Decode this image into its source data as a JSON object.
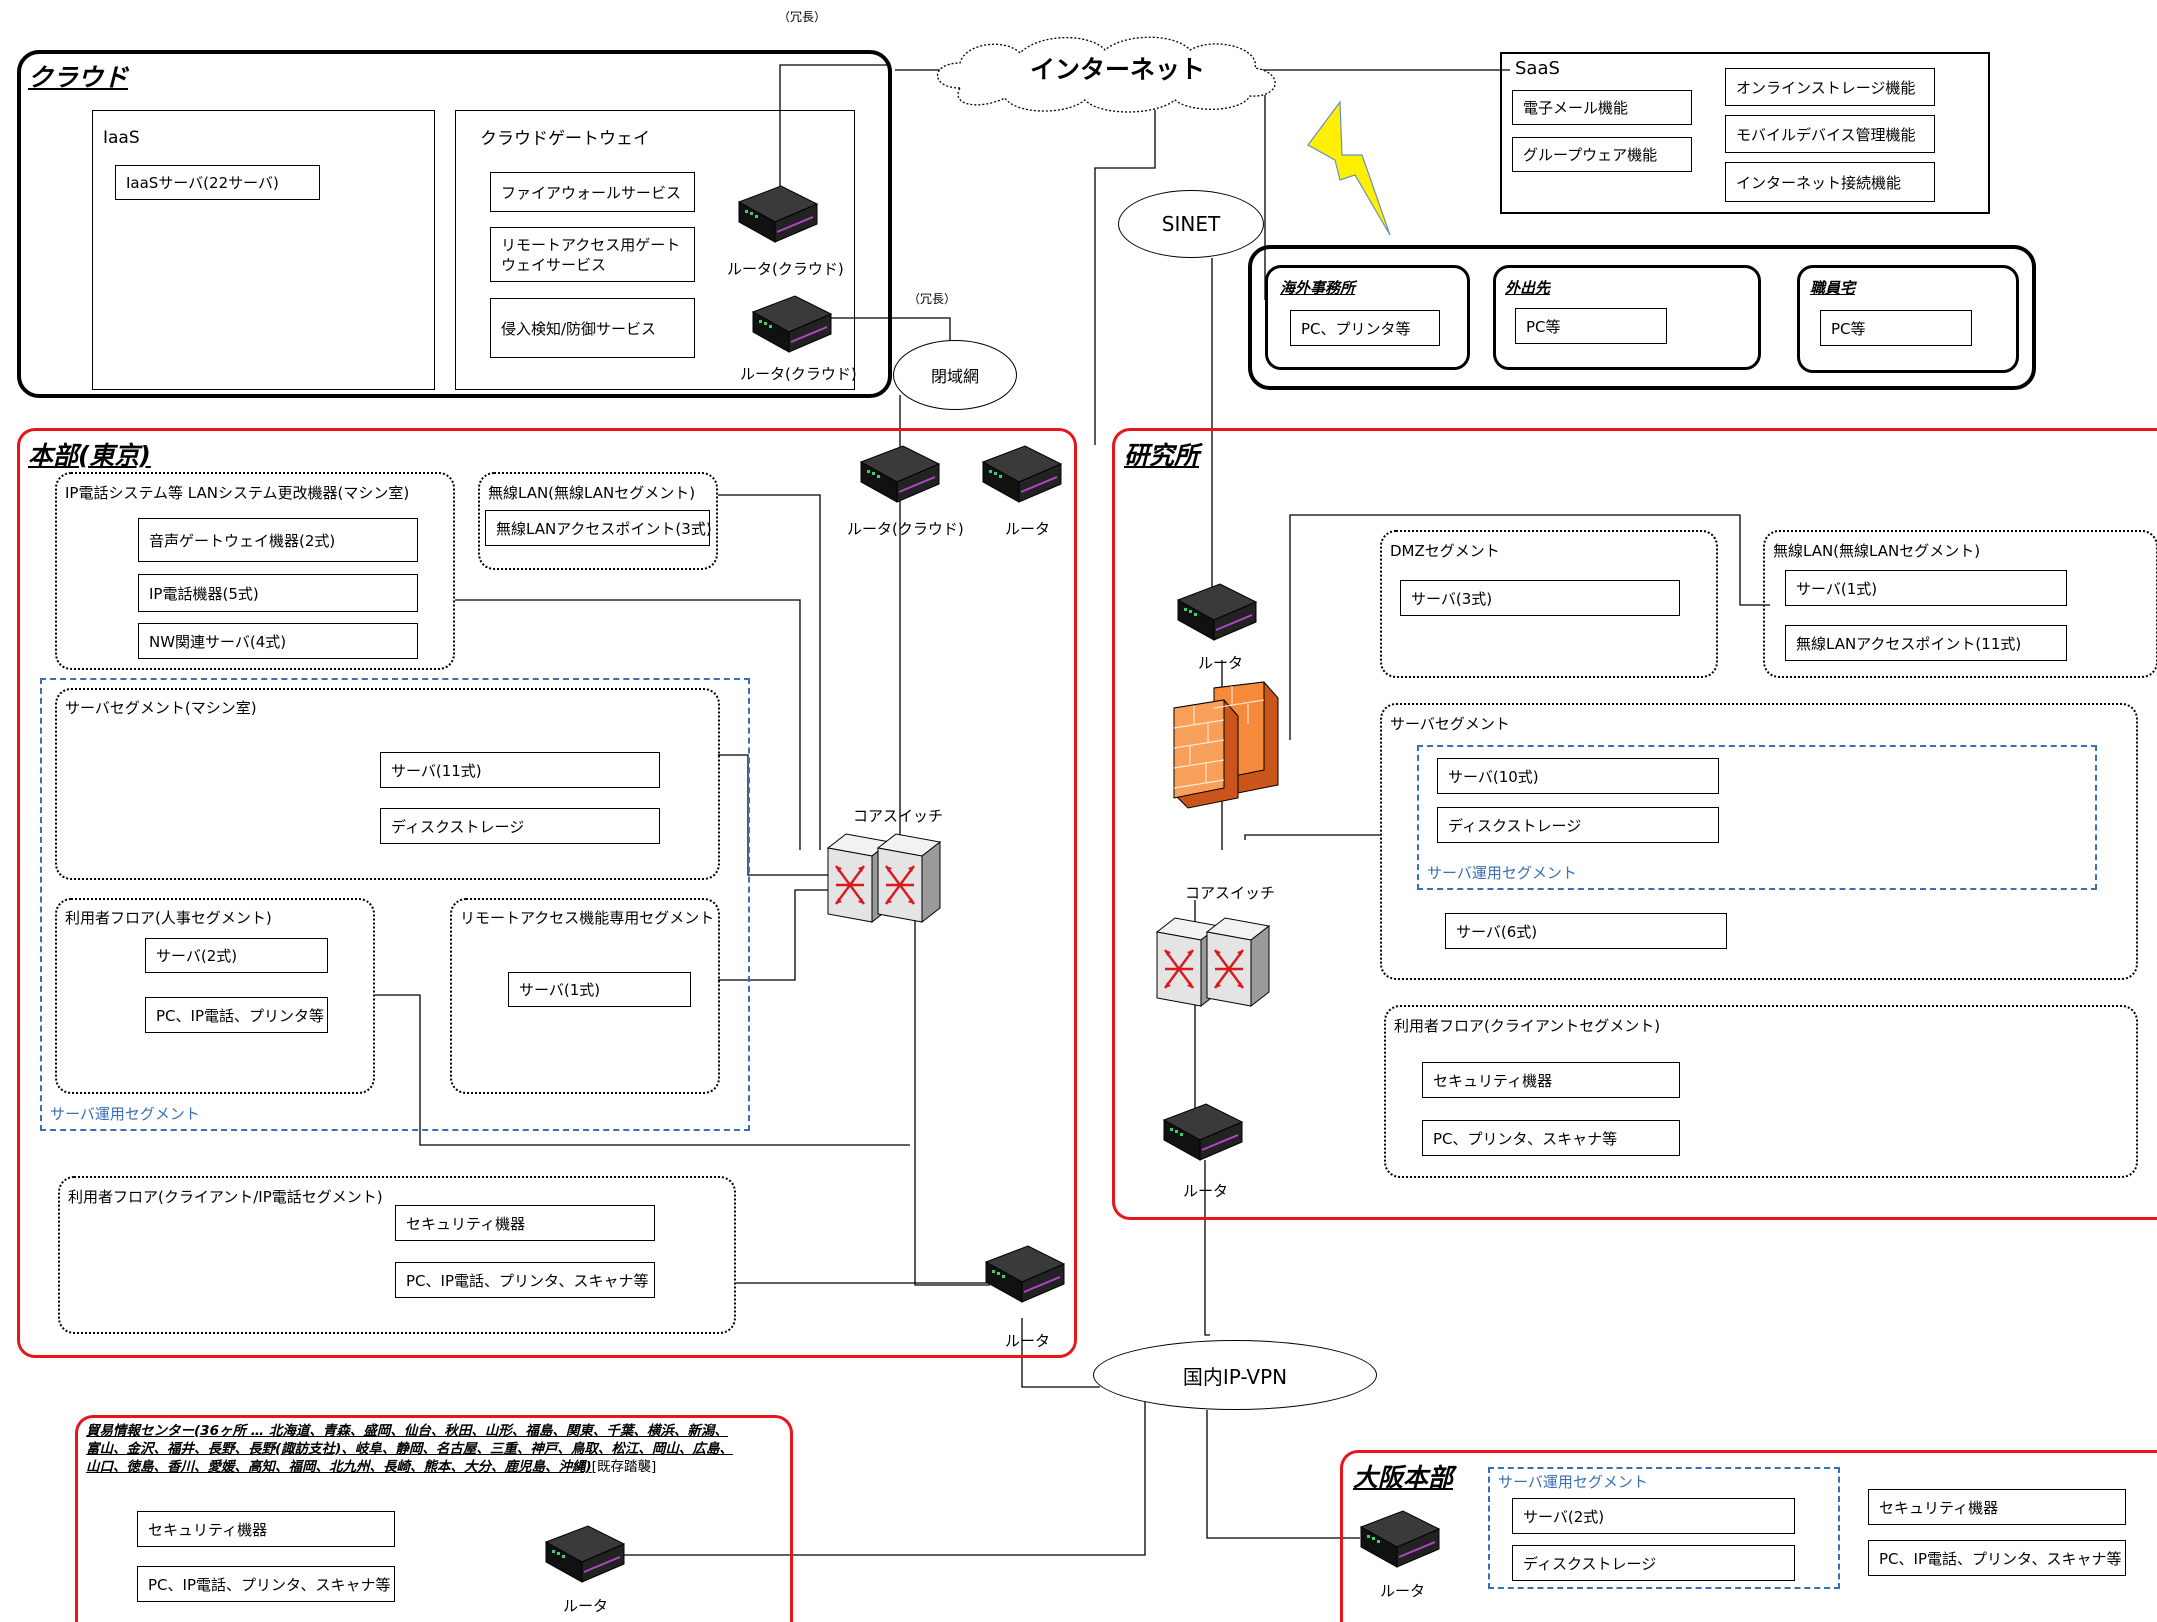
{
  "redundant_note": "（冗長）",
  "internet": {
    "label": "インターネット"
  },
  "sinet": {
    "label": "SINET"
  },
  "closed_net": {
    "label": "閉域網"
  },
  "ipvpn": {
    "label": "国内IP-VPN"
  },
  "cloud": {
    "title": "クラウド",
    "iaas": {
      "label": "IaaS",
      "server": "IaaSサーバ(22サーバ)"
    },
    "gateway": {
      "label": "クラウドゲートウェイ",
      "items": [
        "ファイアウォールサービス",
        "リモートアクセス用ゲートウェイサービス",
        "侵入検知/防御サービス"
      ],
      "router1": "ルータ(クラウド)",
      "router2": "ルータ(クラウド)"
    }
  },
  "saas": {
    "label": "SaaS",
    "left": [
      "電子メール機能",
      "グループウェア機能"
    ],
    "right": [
      "オンラインストレージ機能",
      "モバイルデバイス管理機能",
      "インターネット接続機能"
    ]
  },
  "remote_sites": [
    {
      "title": "海外事務所",
      "item": "PC、プリンタ等"
    },
    {
      "title": "外出先",
      "item": "PC等"
    },
    {
      "title": "職員宅",
      "item": "PC等"
    }
  ],
  "hq": {
    "title": "本部(東京)",
    "router_cloud": "ルータ(クラウド)",
    "router": "ルータ",
    "core_switch": "コアスイッチ",
    "bottom_router": "ルータ",
    "ip_phone_sys": {
      "label": "IP電話システム等 LANシステム更改機器(マシン室)",
      "items": [
        "音声ゲートウェイ機器(2式)",
        "IP電話機器(5式)",
        "NW関連サーバ(4式)"
      ]
    },
    "wlan": {
      "label": "無線LAN(無線LANセグメント)",
      "item": "無線LANアクセスポイント(3式)"
    },
    "server_ops_label": "サーバ運用セグメント",
    "server_seg": {
      "label": "サーバセグメント(マシン室)",
      "items": [
        "サーバ(11式)",
        "ディスクストレージ"
      ]
    },
    "user_hr": {
      "label": "利用者フロア(人事セグメント)",
      "items": [
        "サーバ(2式)",
        "PC、IP電話、プリンタ等"
      ]
    },
    "remote_access": {
      "label": "リモートアクセス機能専用セグメント",
      "item": "サーバ(1式)"
    },
    "user_client": {
      "label": "利用者フロア(クライアント/IP電話セグメント)",
      "items": [
        "セキュリティ機器",
        "PC、IP電話、プリンタ、スキャナ等"
      ]
    }
  },
  "lab": {
    "title": "研究所",
    "router_top": "ルータ",
    "core_switch": "コアスイッチ",
    "router_bottom": "ルータ",
    "dmz": {
      "label": "DMZセグメント",
      "item": "サーバ(3式)"
    },
    "wlan": {
      "label": "無線LAN(無線LANセグメント)",
      "items": [
        "サーバ(1式)",
        "無線LANアクセスポイント(11式)"
      ]
    },
    "server_seg": {
      "label": "サーバセグメント",
      "ops_label": "サーバ運用セグメント",
      "items": [
        "サーバ(10式)",
        "ディスクストレージ"
      ],
      "extra": "サーバ(6式)"
    },
    "user": {
      "label": "利用者フロア(クライアントセグメント)",
      "items": [
        "セキュリティ機器",
        "PC、プリンタ、スキャナ等"
      ]
    }
  },
  "jetro": {
    "title_lines": [
      "貿易情報センター(36ヶ所 … 北海道、青森、盛岡、仙台、秋田、山形、福島、関東、千葉、横浜、新潟、",
      "富山、金沢、福井、長野、長野(諏訪支社)、岐阜、静岡、名古屋、三重、神戸、鳥取、松江、岡山、広島、",
      "山口、徳島、香川、愛媛、高知、福岡、北九州、長崎、熊本、大分、鹿児島、沖縄)"
    ],
    "title_suffix": "[既存踏襲]",
    "items": [
      "セキュリティ機器",
      "PC、IP電話、プリンタ、スキャナ等"
    ],
    "router": "ルータ"
  },
  "osaka": {
    "title": "大阪本部",
    "router": "ルータ",
    "ops_label": "サーバ運用セグメント",
    "ops_items": [
      "サーバ(2式)",
      "ディスクストレージ"
    ],
    "items": [
      "セキュリティ機器",
      "PC、IP電話、プリンタ、スキャナ等"
    ]
  },
  "colors": {
    "group_red": "#e8151b",
    "segment_blue": "#3a6fb5",
    "lightning": "#ffef00",
    "firewall": "#f07a2a"
  }
}
